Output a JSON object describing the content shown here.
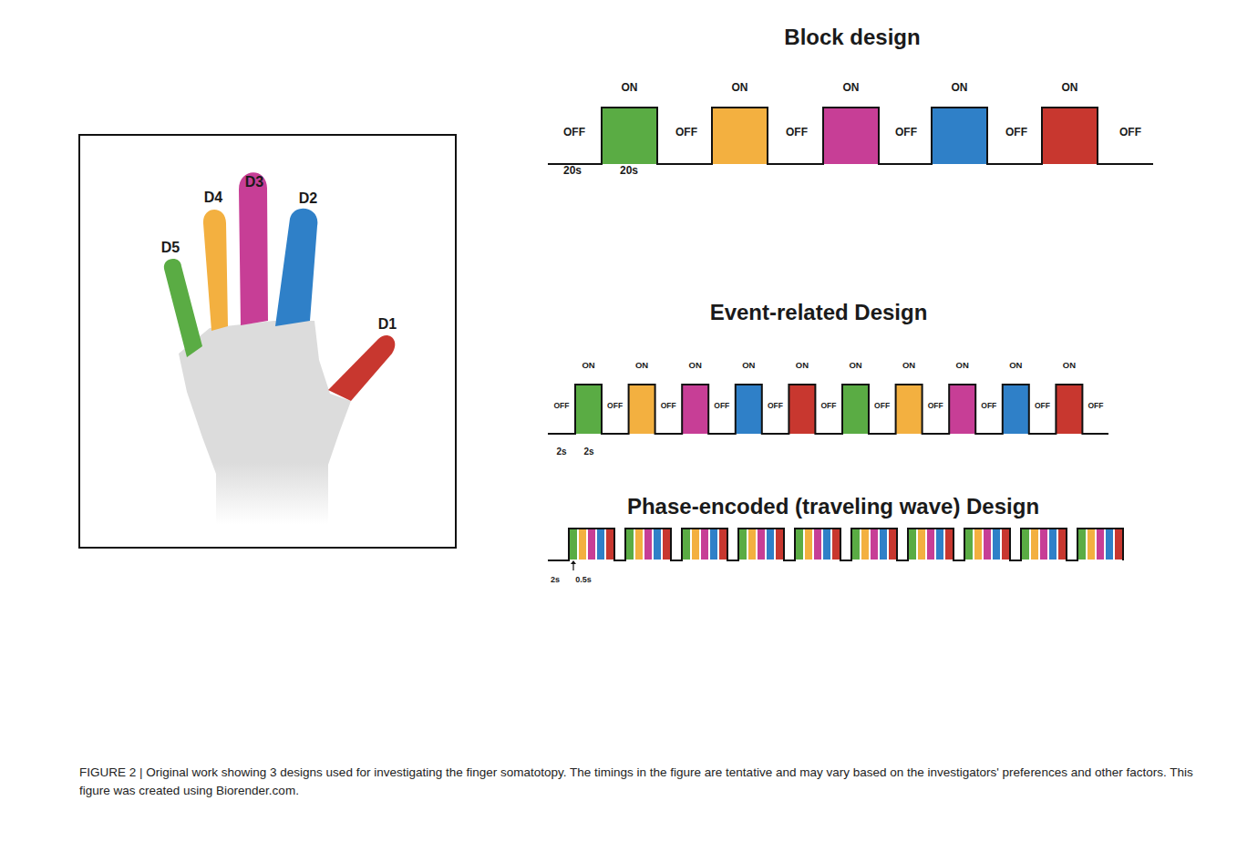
{
  "diagram": {
    "caption": "FIGURE 2 | Original work showing 3 designs used for investigating the finger somatotopy. The timings in the figure are tentative and may vary based on the investigators' preferences and other factors. This figure was created using Biorender.com.",
    "labels": [
      "D5",
      "D4",
      "D3",
      "D2",
      "D1",
      "Block design",
      "ON",
      "ON",
      "ON",
      "ON",
      "ON",
      "OFF",
      "OFF",
      "OFF",
      "OFF",
      "OFF",
      "OFF",
      "20s",
      "20s",
      "Event-related Design",
      "ON",
      "ON",
      "ON",
      "ON",
      "ON",
      "ON",
      "ON",
      "ON",
      "ON",
      "ON",
      "OFF",
      "OFF",
      "OFF",
      "OFF",
      "OFF",
      "OFF",
      "OFF",
      "OFF",
      "OFF",
      "OFF",
      "OFF",
      "2s",
      "2s",
      "Phase-encoded (traveling wave) Design",
      "2s",
      "0.5s"
    ]
  }
}
